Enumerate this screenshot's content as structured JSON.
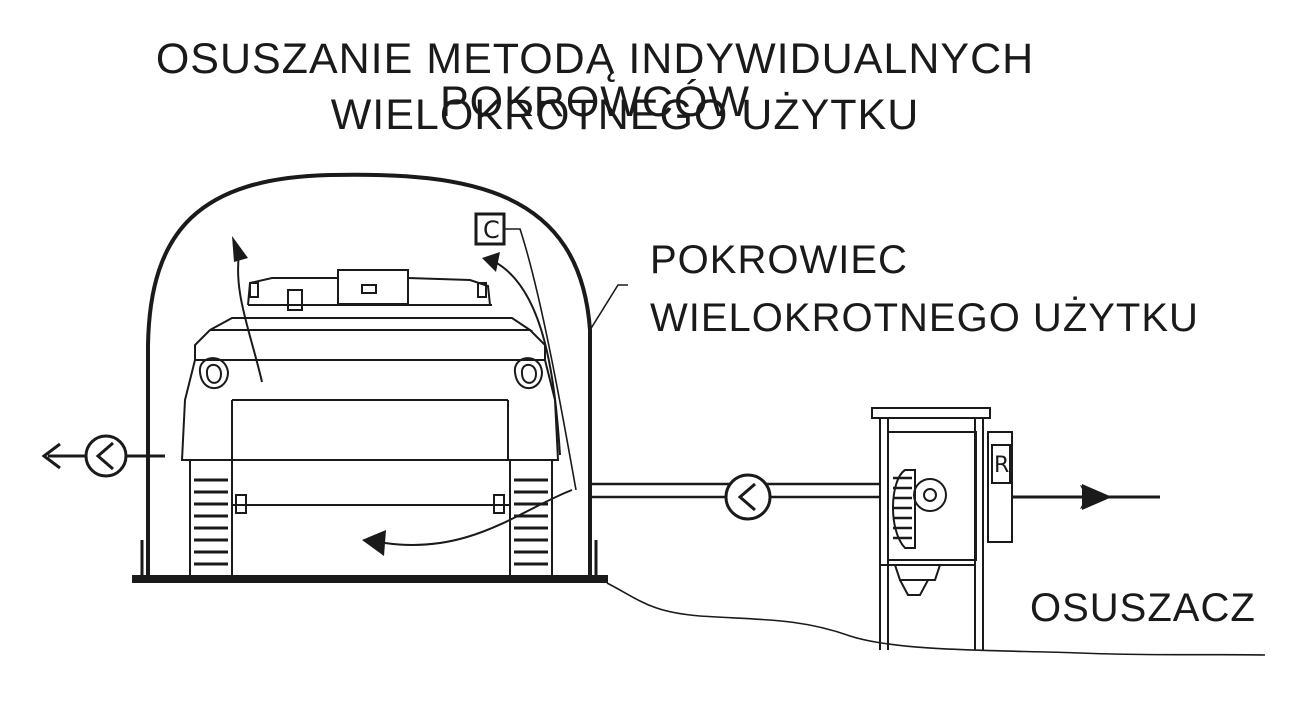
{
  "title": {
    "line1": "OSUSZANIE METODĄ INDYWIDUALNYCH POKROWCÓW",
    "line2": "WIELOKROTNEGO UŻYTKU"
  },
  "labels": {
    "cover_line1": "POKROWIEC",
    "cover_line2": "WIELOKROTNEGO UŻYTKU",
    "dryer": "OSUSZACZ"
  },
  "markers": {
    "sensor_box": "C",
    "dryer_box": "R"
  },
  "icons": [
    "check-valve-icon",
    "arrow-left-icon",
    "arrow-right-icon",
    "airflow-arrow-icon"
  ]
}
